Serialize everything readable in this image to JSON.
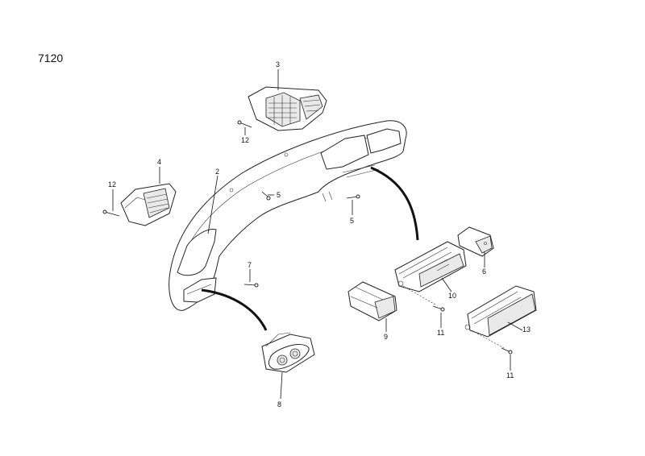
{
  "diagram_number": "7120",
  "callouts": [
    {
      "id": "c3",
      "text": "3"
    },
    {
      "id": "c12a",
      "text": "12"
    },
    {
      "id": "c4",
      "text": "4"
    },
    {
      "id": "c12b",
      "text": "12"
    },
    {
      "id": "c2",
      "text": "2"
    },
    {
      "id": "c5a",
      "text": "5"
    },
    {
      "id": "c5b",
      "text": "5"
    },
    {
      "id": "c7",
      "text": "7"
    },
    {
      "id": "c6",
      "text": "6"
    },
    {
      "id": "c10",
      "text": "10"
    },
    {
      "id": "c9",
      "text": "9"
    },
    {
      "id": "c11a",
      "text": "11"
    },
    {
      "id": "c13",
      "text": "13"
    },
    {
      "id": "c11b",
      "text": "11"
    },
    {
      "id": "c8",
      "text": "8"
    }
  ]
}
